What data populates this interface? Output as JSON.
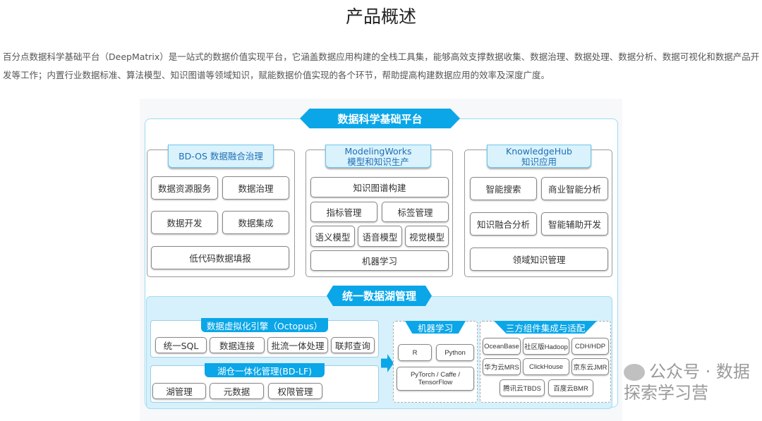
{
  "title": "产品概述",
  "description": [
    "百分点数据科学基础平台（DeepMatrix）是一站式的数据价值实现平台，它涵盖数据应用构建的全栈工具集，能够高效支撑数据收集、数据治理、数据处理、数据分析、数据可视化和数据产品开",
    "发等工作；内置行业数据标准、算法模型、知识图谱等领域知识，赋能数据价值实现的各个环节，帮助提高构建数据应用的效率及深度广度。"
  ],
  "diagram": {
    "platform": "数据科学基础平台",
    "bdos": {
      "title": "BD-OS 数据融合治理",
      "items": [
        "数据资源服务",
        "数据治理",
        "数据开发",
        "数据集成",
        "低代码数据填报"
      ]
    },
    "modeling": {
      "title": "ModelingWorks",
      "subtitle": "模型和知识生产",
      "items": [
        "知识图谱构建",
        "指标管理",
        "标签管理",
        "语义模型",
        "语音模型",
        "视觉模型",
        "机器学习"
      ]
    },
    "knowledge": {
      "title": "KnowledgeHub",
      "subtitle": "知识应用",
      "items": [
        "智能搜索",
        "商业智能分析",
        "知识融合分析",
        "智能辅助开发",
        "领域知识管理"
      ]
    },
    "lake": "统一数据湖管理",
    "octopus": {
      "title": "数据虚拟化引擎（Octopus）",
      "items": [
        "统一SQL",
        "数据连接",
        "批流一体处理",
        "联邦查询"
      ]
    },
    "bdlf": {
      "title": "湖仓一体化管理(BD-LF)",
      "items": [
        "湖管理",
        "元数据",
        "权限管理"
      ]
    },
    "ml": {
      "title": "机器学习",
      "items": [
        "R",
        "Python",
        "PyTorch / Caffe / TensorFlow"
      ]
    },
    "third": {
      "title": "三方组件集成与适配",
      "items": [
        "OceanBase",
        "社区版Hadoop",
        "CDH/HDP",
        "华为云MRS",
        "ClickHouse",
        "京东云JMR",
        "腾讯云TBDS",
        "百度云BMR"
      ]
    }
  },
  "watermark": "公众号 · 数据探索学习营"
}
